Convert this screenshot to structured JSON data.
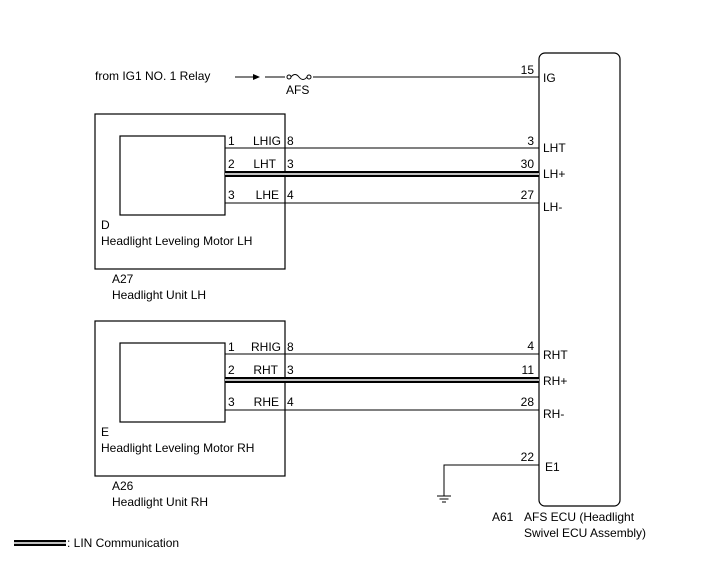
{
  "power": {
    "source": "from IG1 NO. 1 Relay",
    "fuse": "AFS",
    "ecu_pin": "15",
    "ecu_terminal": "IG"
  },
  "ecu": {
    "id": "A61",
    "name_line1": "AFS ECU (Headlight",
    "name_line2": "Swivel ECU Assembly)"
  },
  "left_unit": {
    "id": "A27",
    "name": "Headlight Unit LH",
    "motor_code": "D",
    "motor_name": "Headlight Leveling Motor LH",
    "wires": [
      {
        "motor_pin": "1",
        "signal": "LHIG",
        "unit_pin": "8",
        "ecu_pin": "3",
        "ecu_terminal": "LHT"
      },
      {
        "motor_pin": "2",
        "signal": "LHT",
        "unit_pin": "3",
        "ecu_pin": "30",
        "ecu_terminal": "LH+"
      },
      {
        "motor_pin": "3",
        "signal": "LHE",
        "unit_pin": "4",
        "ecu_pin": "27",
        "ecu_terminal": "LH-"
      }
    ]
  },
  "right_unit": {
    "id": "A26",
    "name": "Headlight Unit RH",
    "motor_code": "E",
    "motor_name": "Headlight Leveling Motor RH",
    "wires": [
      {
        "motor_pin": "1",
        "signal": "RHIG",
        "unit_pin": "8",
        "ecu_pin": "4",
        "ecu_terminal": "RHT"
      },
      {
        "motor_pin": "2",
        "signal": "RHT",
        "unit_pin": "3",
        "ecu_pin": "11",
        "ecu_terminal": "RH+"
      },
      {
        "motor_pin": "3",
        "signal": "RHE",
        "unit_pin": "4",
        "ecu_pin": "28",
        "ecu_terminal": "RH-"
      }
    ]
  },
  "ground": {
    "ecu_pin": "22",
    "ecu_terminal": "E1"
  },
  "legend": {
    "label": ": LIN Communication"
  }
}
